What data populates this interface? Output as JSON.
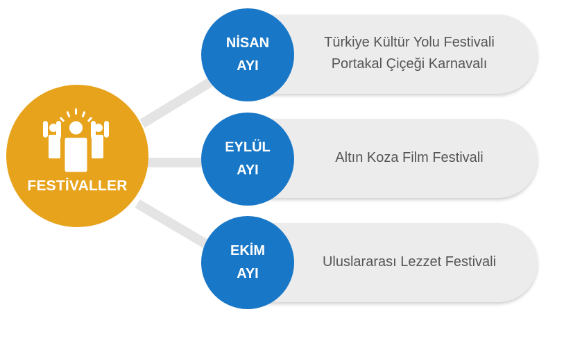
{
  "center": {
    "label": "FESTİVALLER",
    "icon": "cheering-people-icon",
    "color": "#e8a31d"
  },
  "accent_color": "#1977c7",
  "months": [
    {
      "title_line1": "NİSAN",
      "title_line2": "AYI",
      "events": [
        "Türkiye Kültür Yolu Festivali",
        "Portakal Çiçeği Karnavalı"
      ]
    },
    {
      "title_line1": "EYLÜL",
      "title_line2": "AYI",
      "events": [
        "Altın Koza Film Festivali"
      ]
    },
    {
      "title_line1": "EKİM",
      "title_line2": "AYI",
      "events": [
        "Uluslararası Lezzet Festivali"
      ]
    }
  ]
}
